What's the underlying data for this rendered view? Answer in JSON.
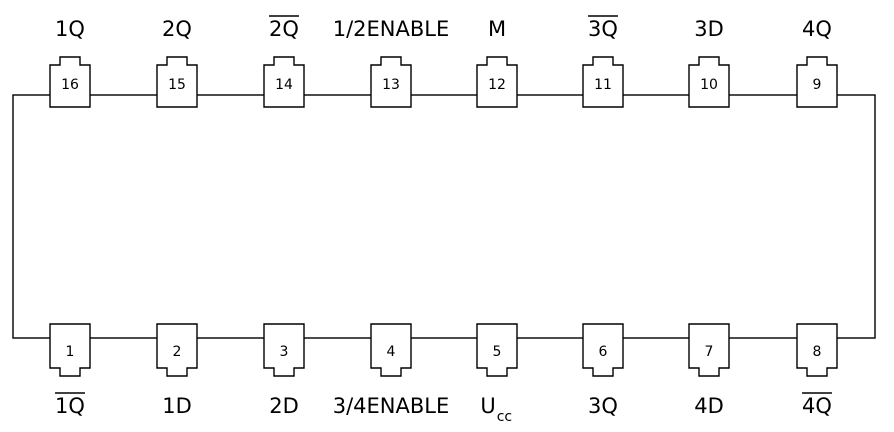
{
  "top_pins": [
    {
      "number": "16",
      "label": "1Q",
      "overline": false
    },
    {
      "number": "15",
      "label": "2Q",
      "overline": false
    },
    {
      "number": "14",
      "label": "2Q",
      "overline": true
    },
    {
      "number": "13",
      "label": "1/2ENABLE",
      "overline": false
    },
    {
      "number": "12",
      "label": "M",
      "overline": false
    },
    {
      "number": "11",
      "label": "3Q",
      "overline": true
    },
    {
      "number": "10",
      "label": "3D",
      "overline": false
    },
    {
      "number": "9",
      "label": "4Q",
      "overline": false
    }
  ],
  "bottom_pins": [
    {
      "number": "1",
      "label": "1Q",
      "overline": true
    },
    {
      "number": "2",
      "label": "1D",
      "overline": false
    },
    {
      "number": "3",
      "label": "2D",
      "overline": false
    },
    {
      "number": "4",
      "label": "3/4ENABLE",
      "overline": false
    },
    {
      "number": "5",
      "label": "U",
      "sub": "cc",
      "overline": false
    },
    {
      "number": "6",
      "label": "3Q",
      "overline": false
    },
    {
      "number": "7",
      "label": "4D",
      "overline": false
    },
    {
      "number": "8",
      "label": "4Q",
      "overline": true
    }
  ]
}
